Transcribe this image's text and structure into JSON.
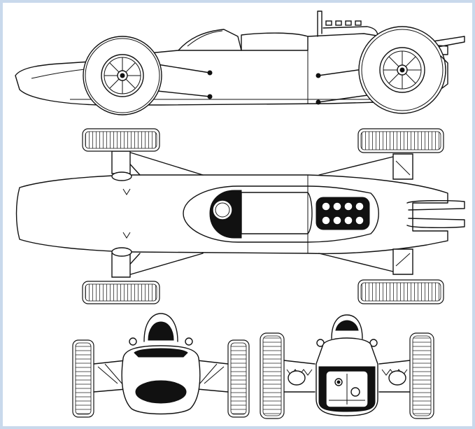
{
  "drawing": {
    "subject": "",
    "colors": {
      "ink": "#111111",
      "paper": "#ffffff",
      "frame": "#c9d9ec"
    },
    "views": [
      {
        "id": "side-view"
      },
      {
        "id": "top-view"
      },
      {
        "id": "front-view"
      },
      {
        "id": "rear-view"
      }
    ]
  }
}
